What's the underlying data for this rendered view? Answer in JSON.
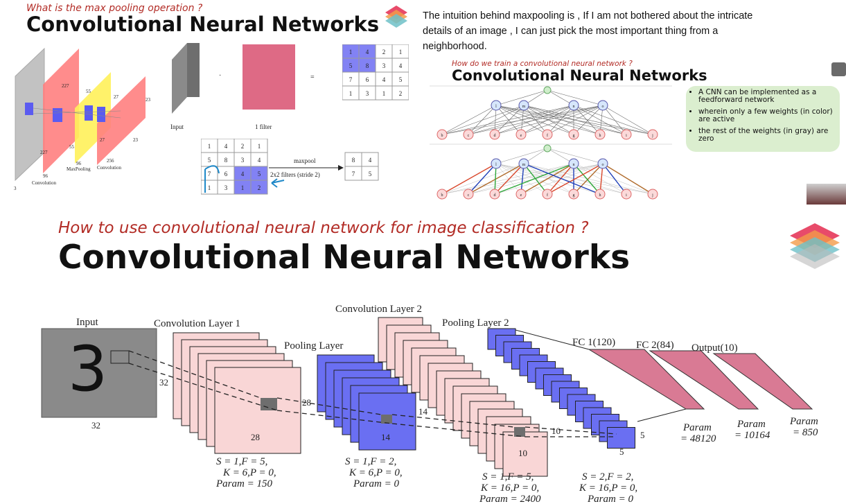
{
  "panel1": {
    "question": "What is the max pooling operation ?",
    "title": "Convolutional Neural Networks",
    "layer_labels": {
      "n227a": "227",
      "n227b": "227",
      "n55a": "55",
      "n55b": "55",
      "n27a": "27",
      "n27b": "27",
      "n23": "23",
      "n23b": "23",
      "n3": "3",
      "n96a": "96",
      "n96b": "96",
      "n256": "256",
      "conv1": "Convolution",
      "maxpool": "MaxPooling",
      "conv2": "Convolution"
    },
    "input_label": "Input",
    "filter_label": "1 filter",
    "dot": "·",
    "equals": "=",
    "grid_result": [
      [
        "1",
        "4",
        "2",
        "1"
      ],
      [
        "5",
        "8",
        "3",
        "4"
      ],
      [
        "7",
        "6",
        "4",
        "5"
      ],
      [
        "1",
        "3",
        "1",
        "2"
      ]
    ],
    "grid_lower": [
      [
        "1",
        "4",
        "2",
        "1"
      ],
      [
        "5",
        "8",
        "3",
        "4"
      ],
      [
        "7",
        "6",
        "4",
        "5"
      ],
      [
        "1",
        "3",
        "1",
        "2"
      ]
    ],
    "maxpool_label": "maxpool",
    "maxpool_desc": "2x2 filters (stride 2)",
    "pooled": [
      [
        "8",
        "4"
      ],
      [
        "7",
        "5"
      ]
    ]
  },
  "panel2": {
    "intuition": "The intuition behind maxpooling is , If I am not bothered about the intricate details of an image , I can just pick the most important thing from a neighborhood.",
    "question": "How do we train a convolutional neural network ?",
    "title": "Convolutional Neural Networks",
    "bullets": [
      "A CNN can be implemented as a feedforward network",
      "wherein only a few weights (in color) are active",
      "the rest of the weights (in gray) are zero"
    ],
    "bottom_nodes": [
      "b",
      "c",
      "d",
      "e",
      "f",
      "g",
      "h",
      "i",
      "j"
    ],
    "hidden_nodes": [
      "l",
      "m",
      "n",
      "o"
    ]
  },
  "panel3": {
    "question": "How to use convolutional neural network for image classification ?",
    "title": "Convolutional Neural Networks",
    "input_label": "Input",
    "input_digit": "3",
    "conv1_label": "Convolution Layer 1",
    "pool1_label": "Pooling Layer",
    "conv2_label": "Convolution Layer 2",
    "pool2_label": "Pooling Layer 2",
    "fc1_label": "FC 1(120)",
    "fc2_label": "FC 2(84)",
    "output_label": "Output(10)",
    "dims": {
      "in_h": "32",
      "in_w": "32",
      "c1_h": "28",
      "c1_w": "28",
      "p1_h": "14",
      "p1_w": "14",
      "c2_h": "10",
      "c2_w": "10",
      "p2_h": "5",
      "p2_w": "5"
    },
    "params": {
      "conv1": [
        "S = 1,F = 5,",
        "K = 6,P = 0,",
        "Param = 150"
      ],
      "pool1": [
        "S = 1,F = 2,",
        "K = 6,P = 0,",
        "Param = 0"
      ],
      "conv2": [
        "S = 1,F = 5,",
        "K = 16,P = 0,",
        "Param = 2400"
      ],
      "pool2": [
        "S = 2,F = 2,",
        "K = 16,P = 0,",
        "Param = 0"
      ],
      "fc1": [
        "Param",
        "= 48120"
      ],
      "fc2": [
        "Param",
        "= 10164"
      ],
      "out": [
        "Param",
        "= 850"
      ]
    }
  },
  "colors": {
    "question_red": "#b22b25",
    "conv_pink": "#f9d6d6",
    "pool_blue": "#6a6ff2",
    "fc_pink": "#d97a94",
    "gray_input": "#8a8a8a",
    "bullet_green": "#dbeecf"
  }
}
